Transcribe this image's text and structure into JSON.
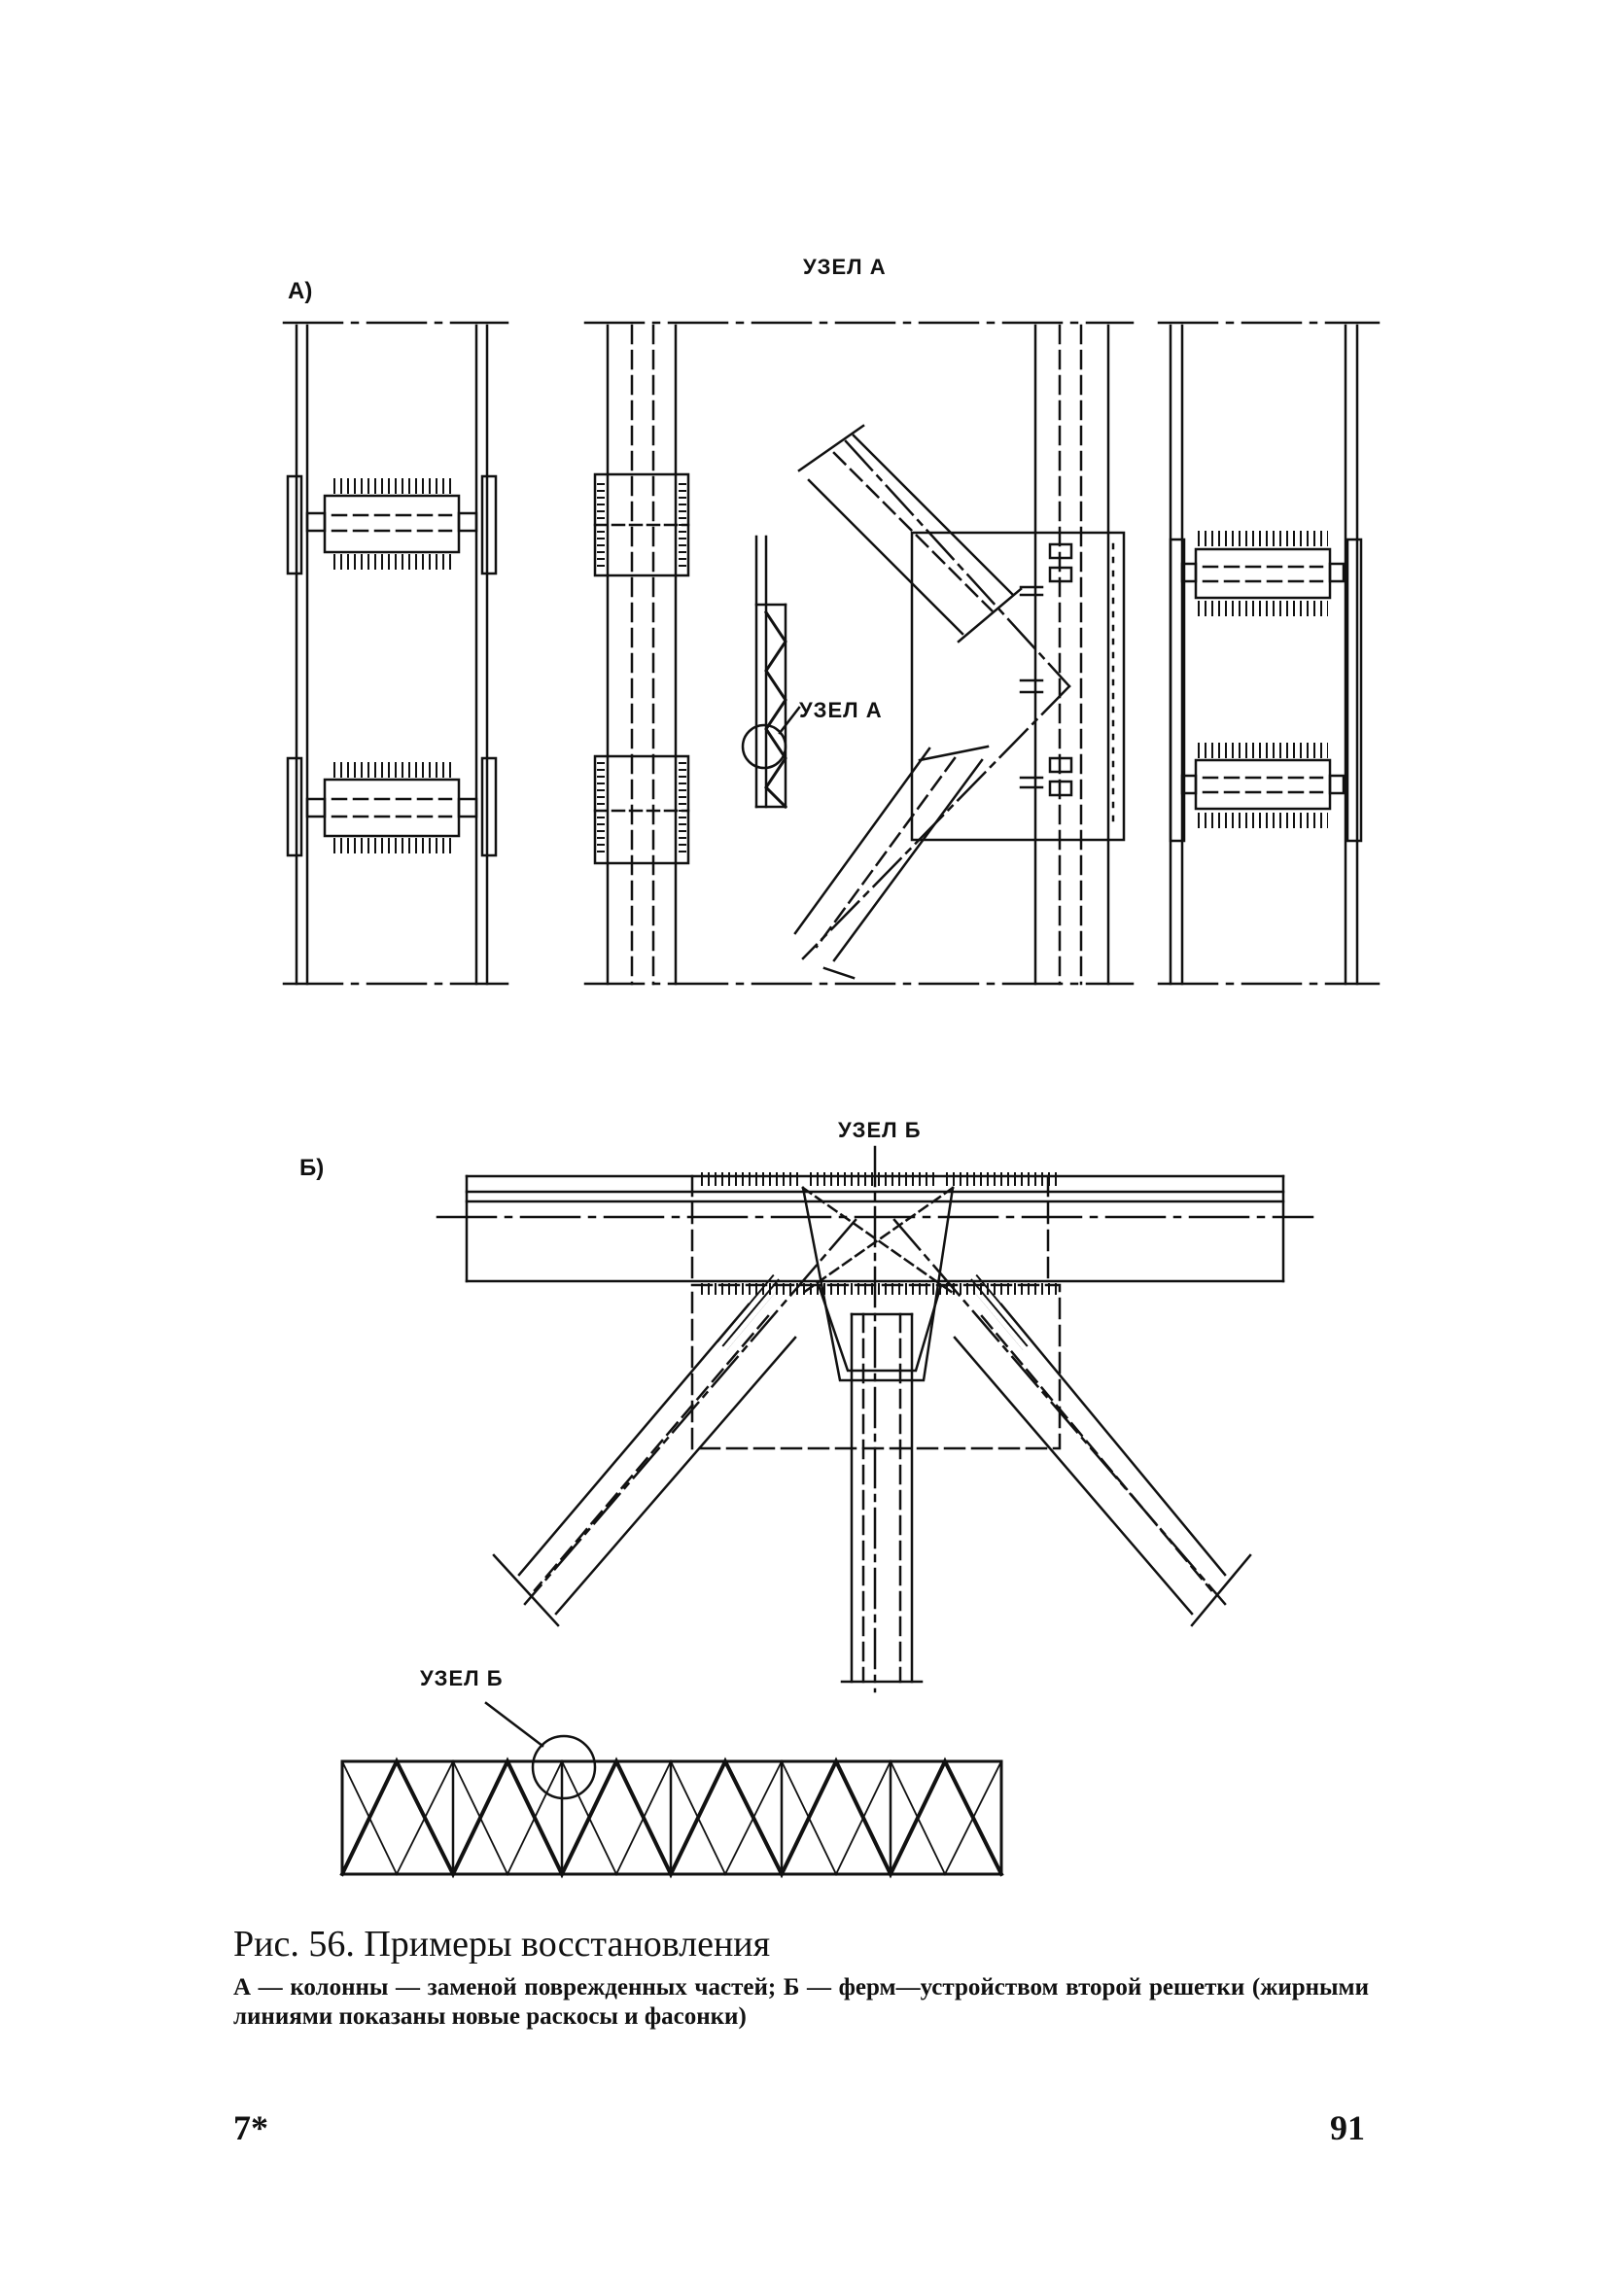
{
  "figure": {
    "section_a_label": "А)",
    "section_b_label": "Б)",
    "node_a_title": "УЗЕЛ А",
    "node_a_callout": "УЗЕЛ А",
    "node_b_title": "УЗЕЛ Б",
    "node_b_callout": "УЗЕЛ Б"
  },
  "caption": {
    "title": "Рис. 56. Примеры восстановления",
    "body": "А — колонны — заменой поврежденных частей; Б — ферм—устройством второй решетки (жирными линиями показаны новые раскосы и фасонки)"
  },
  "page": {
    "signature": "7*",
    "number": "91"
  },
  "colors": {
    "ink": "#111111",
    "paper": "#ffffff"
  }
}
